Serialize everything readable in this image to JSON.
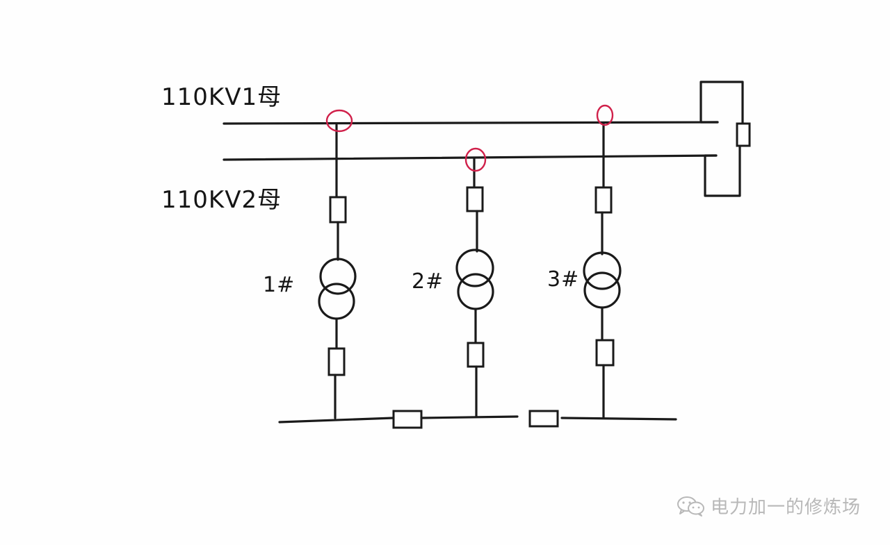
{
  "labels": {
    "bus1": "110KV1母",
    "bus2": "110KV2母",
    "transformer1": "1#",
    "transformer2": "2#",
    "transformer3": "3#"
  },
  "watermark": {
    "text": "电力加一的修炼场",
    "icon": "wechat-icon"
  },
  "colors": {
    "ink": "#1a1a1a",
    "connection_marker": "#d0204a",
    "watermark": "#b8b8b8"
  }
}
